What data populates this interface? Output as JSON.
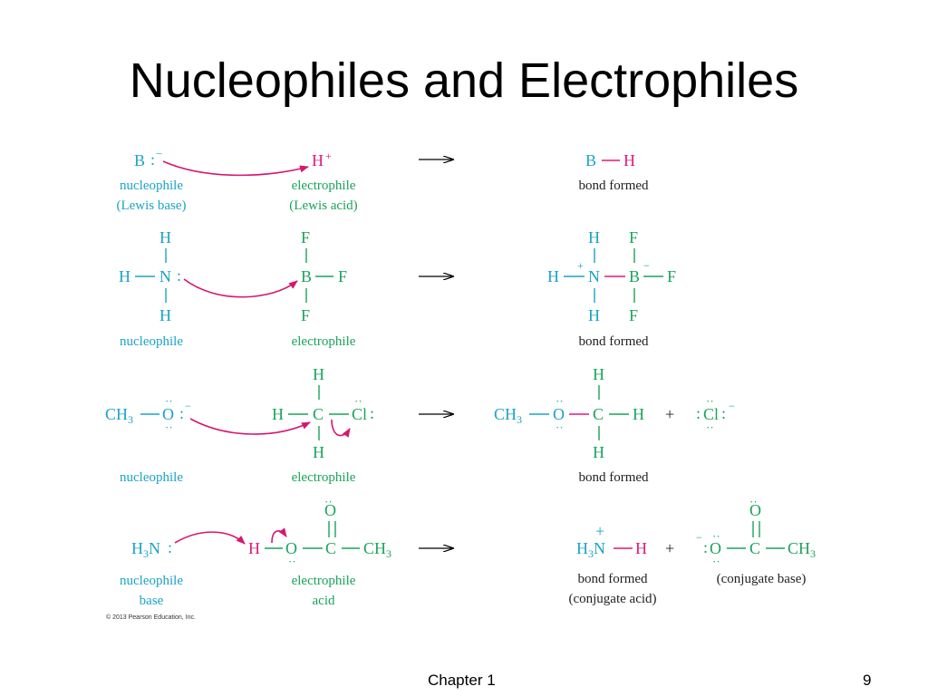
{
  "slide": {
    "title": "Nucleophiles and Electrophiles"
  },
  "footer": {
    "chapter": "Chapter 1",
    "page": "9"
  },
  "colors": {
    "nucleophile": "#1ba3c6",
    "electrophile": "#1aa35a",
    "proton": "#e0197a",
    "arrow": "#d6176f",
    "caption": "#222222"
  },
  "reactions": [
    {
      "nucleophile_label": "nucleophile",
      "nucleophile_sublabel": "(Lewis base)",
      "electrophile_label": "electrophile",
      "electrophile_sublabel": "(Lewis acid)",
      "product_label": "bond formed"
    },
    {
      "nucleophile_label": "nucleophile",
      "electrophile_label": "electrophile",
      "product_label": "bond formed"
    },
    {
      "nucleophile_label": "nucleophile",
      "electrophile_label": "electrophile",
      "product_label": "bond formed"
    },
    {
      "nucleophile_label": "nucleophile",
      "nucleophile_sublabel": "base",
      "electrophile_label": "electrophile",
      "electrophile_sublabel": "acid",
      "product_label": "bond formed",
      "product_sublabel": "(conjugate acid)",
      "byproduct_label": "(conjugate base)"
    }
  ],
  "copyright": "© 2013 Pearson Education, Inc."
}
